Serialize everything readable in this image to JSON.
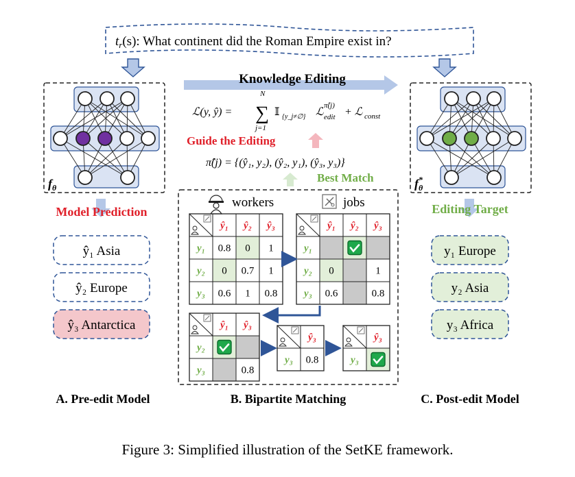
{
  "question": {
    "prefix": "t",
    "sub": "r",
    "arg": "(s)",
    "text": ": What continent did the Roman Empire exist in?"
  },
  "knowledge_editing": "Knowledge Editing",
  "loss": {
    "lhs": "ℒ(y, ŷ) = ",
    "sum": "∑",
    "sum_top": "N",
    "sum_bottom": "j=1",
    "indicator": "𝕀",
    "indicator_sub": "{y_j≠∅}",
    "edit": "ℒ",
    "edit_sup": "π̂(j)",
    "edit_sub": "edit",
    "plus_const": "+ ℒ",
    "const_sub": "const"
  },
  "guide": "Guide the Editing",
  "matching": "π̂(j) = {(ŷ₁, y₂), (ŷ₂, y₁), (ŷ₃, y₃)}",
  "best_match": "Best Match",
  "left_model": {
    "symbol": "f",
    "sub": "θ"
  },
  "right_model": {
    "symbol": "f",
    "sup": "*",
    "sub": "θ"
  },
  "model_prediction": "Model Prediction",
  "predictions": [
    "ŷ₁ Asia",
    "ŷ₂ Europe",
    "ŷ₃ Antarctica"
  ],
  "editing_target": "Editing Target",
  "targets": [
    "y₁ Europe",
    "y₂ Asia",
    "y₃ Africa"
  ],
  "workers": "workers",
  "jobs": "jobs",
  "row_labels": [
    "y₁",
    "y₂",
    "y₃"
  ],
  "col_labels": [
    "ŷ₁",
    "ŷ₂",
    "ŷ₃"
  ],
  "matrix1": [
    [
      "0.8",
      "0",
      "1"
    ],
    [
      "0",
      "0.7",
      "1"
    ],
    [
      "0.6",
      "1",
      "0.8"
    ]
  ],
  "matrix2": [
    [
      "",
      "",
      ""
    ],
    [
      "0",
      "",
      "1"
    ],
    [
      "0.6",
      "",
      "0.8"
    ]
  ],
  "matrix3_rows": [
    "y₂",
    "y₃"
  ],
  "matrix3_cols": [
    "ŷ₁",
    "ŷ₃"
  ],
  "matrix3": [
    [
      "",
      ""
    ],
    [
      "",
      "0.8"
    ]
  ],
  "matrix4_row": "y₃",
  "matrix4_col": "ŷ₃",
  "matrix4_value": "0.8",
  "captions": [
    "A. Pre-edit Model",
    "B. Bipartite Matching",
    "C. Post-edit Model"
  ],
  "figure_caption": "Figure 3:  Simplified illustration of the SetKE framework.",
  "colors": {
    "arrow_blue": "#b4c7e7",
    "panel_blue": "#dae3f3",
    "purple": "#7030a0",
    "green": "#70ad47",
    "light_green": "#e2efd9",
    "red": "#e0202a",
    "pink_box": "#f4c7cb",
    "dark_blue": "#2f5597",
    "gray": "#c9c9c9",
    "check": "#1fa84b"
  }
}
